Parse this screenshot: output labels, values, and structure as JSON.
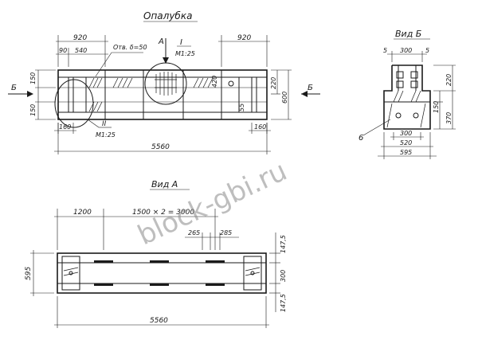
{
  "title": "Опалубка",
  "view_a_title": "Вид А",
  "view_b_title": "Вид Б",
  "watermark": "block-gbi.ru",
  "elevation": {
    "dim_total_length": "5560",
    "dim_left_920": "920",
    "dim_right_920": "920",
    "dim_90": "90",
    "dim_540": "540",
    "hole_note": "Отв. δ=50",
    "dim_150_top": "150",
    "dim_150_bottom": "150",
    "dim_160_left": "160",
    "dim_160_right": "160",
    "dim_420": "420",
    "dim_220": "220",
    "dim_600": "600",
    "dim_55": "55",
    "callout_a": "А",
    "callout_b_left": "Б",
    "callout_b_right": "Б",
    "callout_I_mark": "I",
    "callout_I_scale": "М1:25",
    "callout_II_mark": "II",
    "callout_II_scale": "М1:25"
  },
  "view_b": {
    "dim_5_left": "5",
    "dim_300_top": "300",
    "dim_5_right": "5",
    "dim_220": "220",
    "dim_150": "150",
    "dim_370": "370",
    "dim_300_bottom": "300",
    "dim_520": "520",
    "dim_595": "595",
    "leader_6": "6"
  },
  "view_a": {
    "dim_1200": "1200",
    "dim_formula": "1500 × 2 = 3000",
    "dim_265": "265",
    "dim_285": "285",
    "dim_595": "595",
    "dim_147_5_top": "147,5",
    "dim_300": "300",
    "dim_147_5_bottom": "147,5",
    "dim_5560": "5560"
  }
}
